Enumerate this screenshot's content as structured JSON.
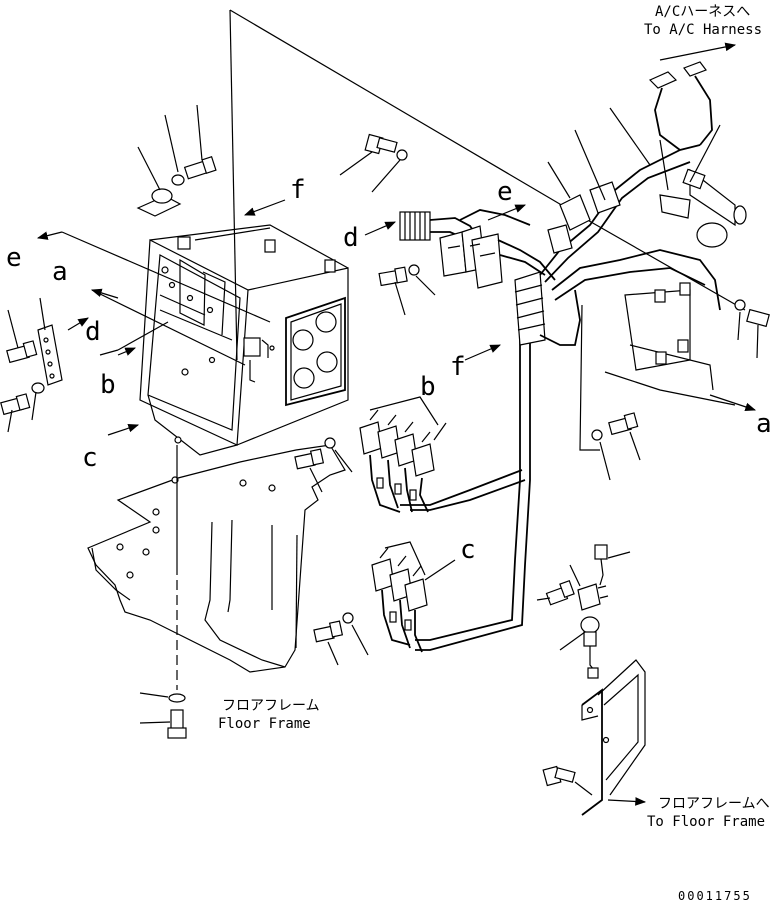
{
  "labels": {
    "a_left": "a",
    "a_right": "a",
    "b_left": "b",
    "b_right": "b",
    "c_left": "c",
    "c_right": "c",
    "d_left": "d",
    "d_mid": "d",
    "e_left": "e",
    "e_mid": "e",
    "f_top": "f",
    "f_mid": "f"
  },
  "captions": {
    "ac_harness_jp": "A/Cハーネスへ",
    "ac_harness_en": "To A/C Harness",
    "floor_frame_jp": "フロアフレーム",
    "floor_frame_en": "Floor Frame",
    "to_floor_frame_jp": "フロアフレームへ",
    "to_floor_frame_en": "To Floor Frame"
  },
  "drawing_number": "00011755"
}
